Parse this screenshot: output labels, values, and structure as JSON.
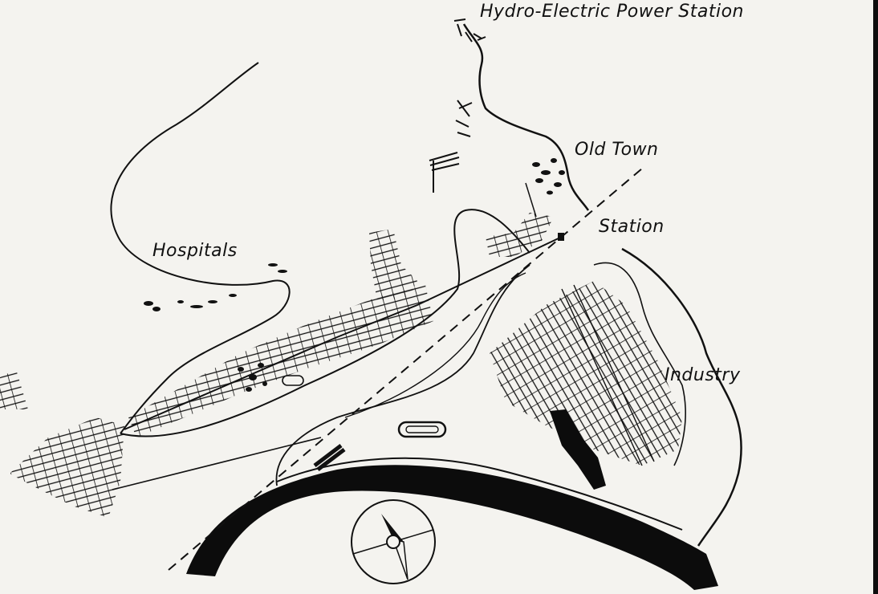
{
  "labels": {
    "hydro": "Hydro-Electric Power Station",
    "old_town": "Old Town",
    "station": "Station",
    "hospitals": "Hospitals",
    "industry": "Industry"
  },
  "colors": {
    "ink": "#111111",
    "paper": "#f4f3ef"
  },
  "icons": {
    "compass": "north-arrow-compass-icon"
  }
}
